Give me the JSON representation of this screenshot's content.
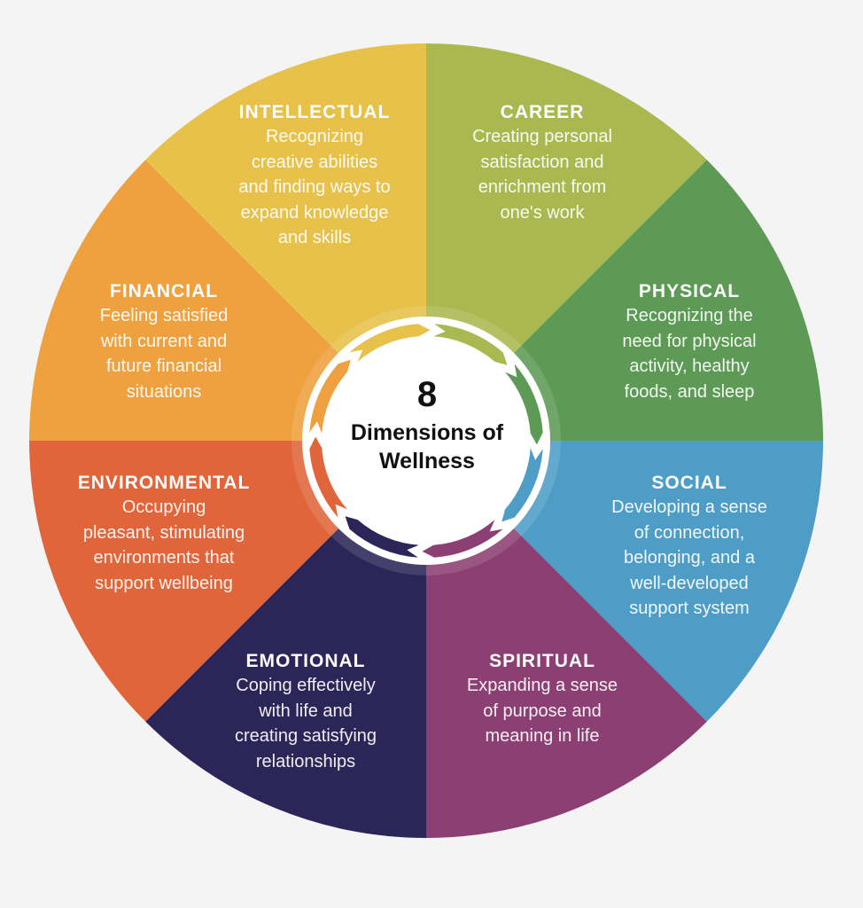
{
  "center": {
    "number": "8",
    "title": "Dimensions of\nWellness",
    "ring_color": "#ffffff"
  },
  "segments": [
    {
      "key": "career",
      "title": "CAREER",
      "description": "Creating personal\nsatisfaction and\nenrichment from\none's work",
      "color": "#a9b94f"
    },
    {
      "key": "physical",
      "title": "PHYSICAL",
      "description": "Recognizing the\nneed for physical\nactivity, healthy\nfoods, and sleep",
      "color": "#5d9a56"
    },
    {
      "key": "social",
      "title": "SOCIAL",
      "description": "Developing a sense\nof connection,\nbelonging, and a\nwell-developed\nsupport system",
      "color": "#4e9dc7"
    },
    {
      "key": "spiritual",
      "title": "SPIRITUAL",
      "description": "Expanding a sense\nof purpose and\nmeaning in life",
      "color": "#8c3f72"
    },
    {
      "key": "emotional",
      "title": "EMOTIONAL",
      "description": "Coping effectively\nwith life and\ncreating satisfying\nrelationships",
      "color": "#2c2558"
    },
    {
      "key": "environmental",
      "title": "ENVIRONMENTAL",
      "description": "Occupying\npleasant, stimulating\nenvironments that\nsupport wellbeing",
      "color": "#e0653a"
    },
    {
      "key": "financial",
      "title": "FINANCIAL",
      "description": "Feeling satisfied\nwith current and\nfuture financial\nsituations",
      "color": "#eea13e"
    },
    {
      "key": "intellectual",
      "title": "INTELLECTUAL",
      "description": "Recognizing\ncreative abilities\nand finding ways to\nexpand knowledge\nand skills",
      "color": "#e7c14a"
    }
  ]
}
